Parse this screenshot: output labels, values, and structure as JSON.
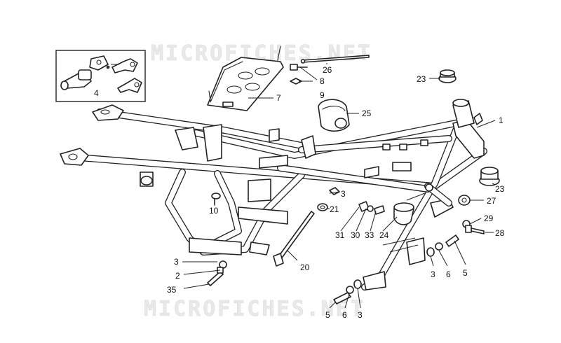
{
  "watermarks": [
    "MICROFICHES.NET",
    "MICROFICHES.NET"
  ],
  "callouts": [
    {
      "id": "c1",
      "label": "1"
    },
    {
      "id": "c4",
      "label": "4"
    },
    {
      "id": "c7",
      "label": "7"
    },
    {
      "id": "c8",
      "label": "8"
    },
    {
      "id": "c9",
      "label": "9"
    },
    {
      "id": "c26",
      "label": "26"
    },
    {
      "id": "c25",
      "label": "25"
    },
    {
      "id": "c23a",
      "label": "23"
    },
    {
      "id": "c23b",
      "label": "23"
    },
    {
      "id": "c27",
      "label": "27"
    },
    {
      "id": "c29",
      "label": "29"
    },
    {
      "id": "c28",
      "label": "28"
    },
    {
      "id": "c3a",
      "label": "3"
    },
    {
      "id": "c21",
      "label": "21"
    },
    {
      "id": "c10",
      "label": "10"
    },
    {
      "id": "c31",
      "label": "31"
    },
    {
      "id": "c30",
      "label": "30"
    },
    {
      "id": "c33",
      "label": "33"
    },
    {
      "id": "c24",
      "label": "24"
    },
    {
      "id": "c20",
      "label": "20"
    },
    {
      "id": "c3b",
      "label": "3"
    },
    {
      "id": "c2",
      "label": "2"
    },
    {
      "id": "c35",
      "label": "35"
    },
    {
      "id": "c3c",
      "label": "3"
    },
    {
      "id": "c6a",
      "label": "6"
    },
    {
      "id": "c5a",
      "label": "5"
    },
    {
      "id": "c5b",
      "label": "5"
    },
    {
      "id": "c6b",
      "label": "6"
    },
    {
      "id": "c3d",
      "label": "3"
    }
  ]
}
